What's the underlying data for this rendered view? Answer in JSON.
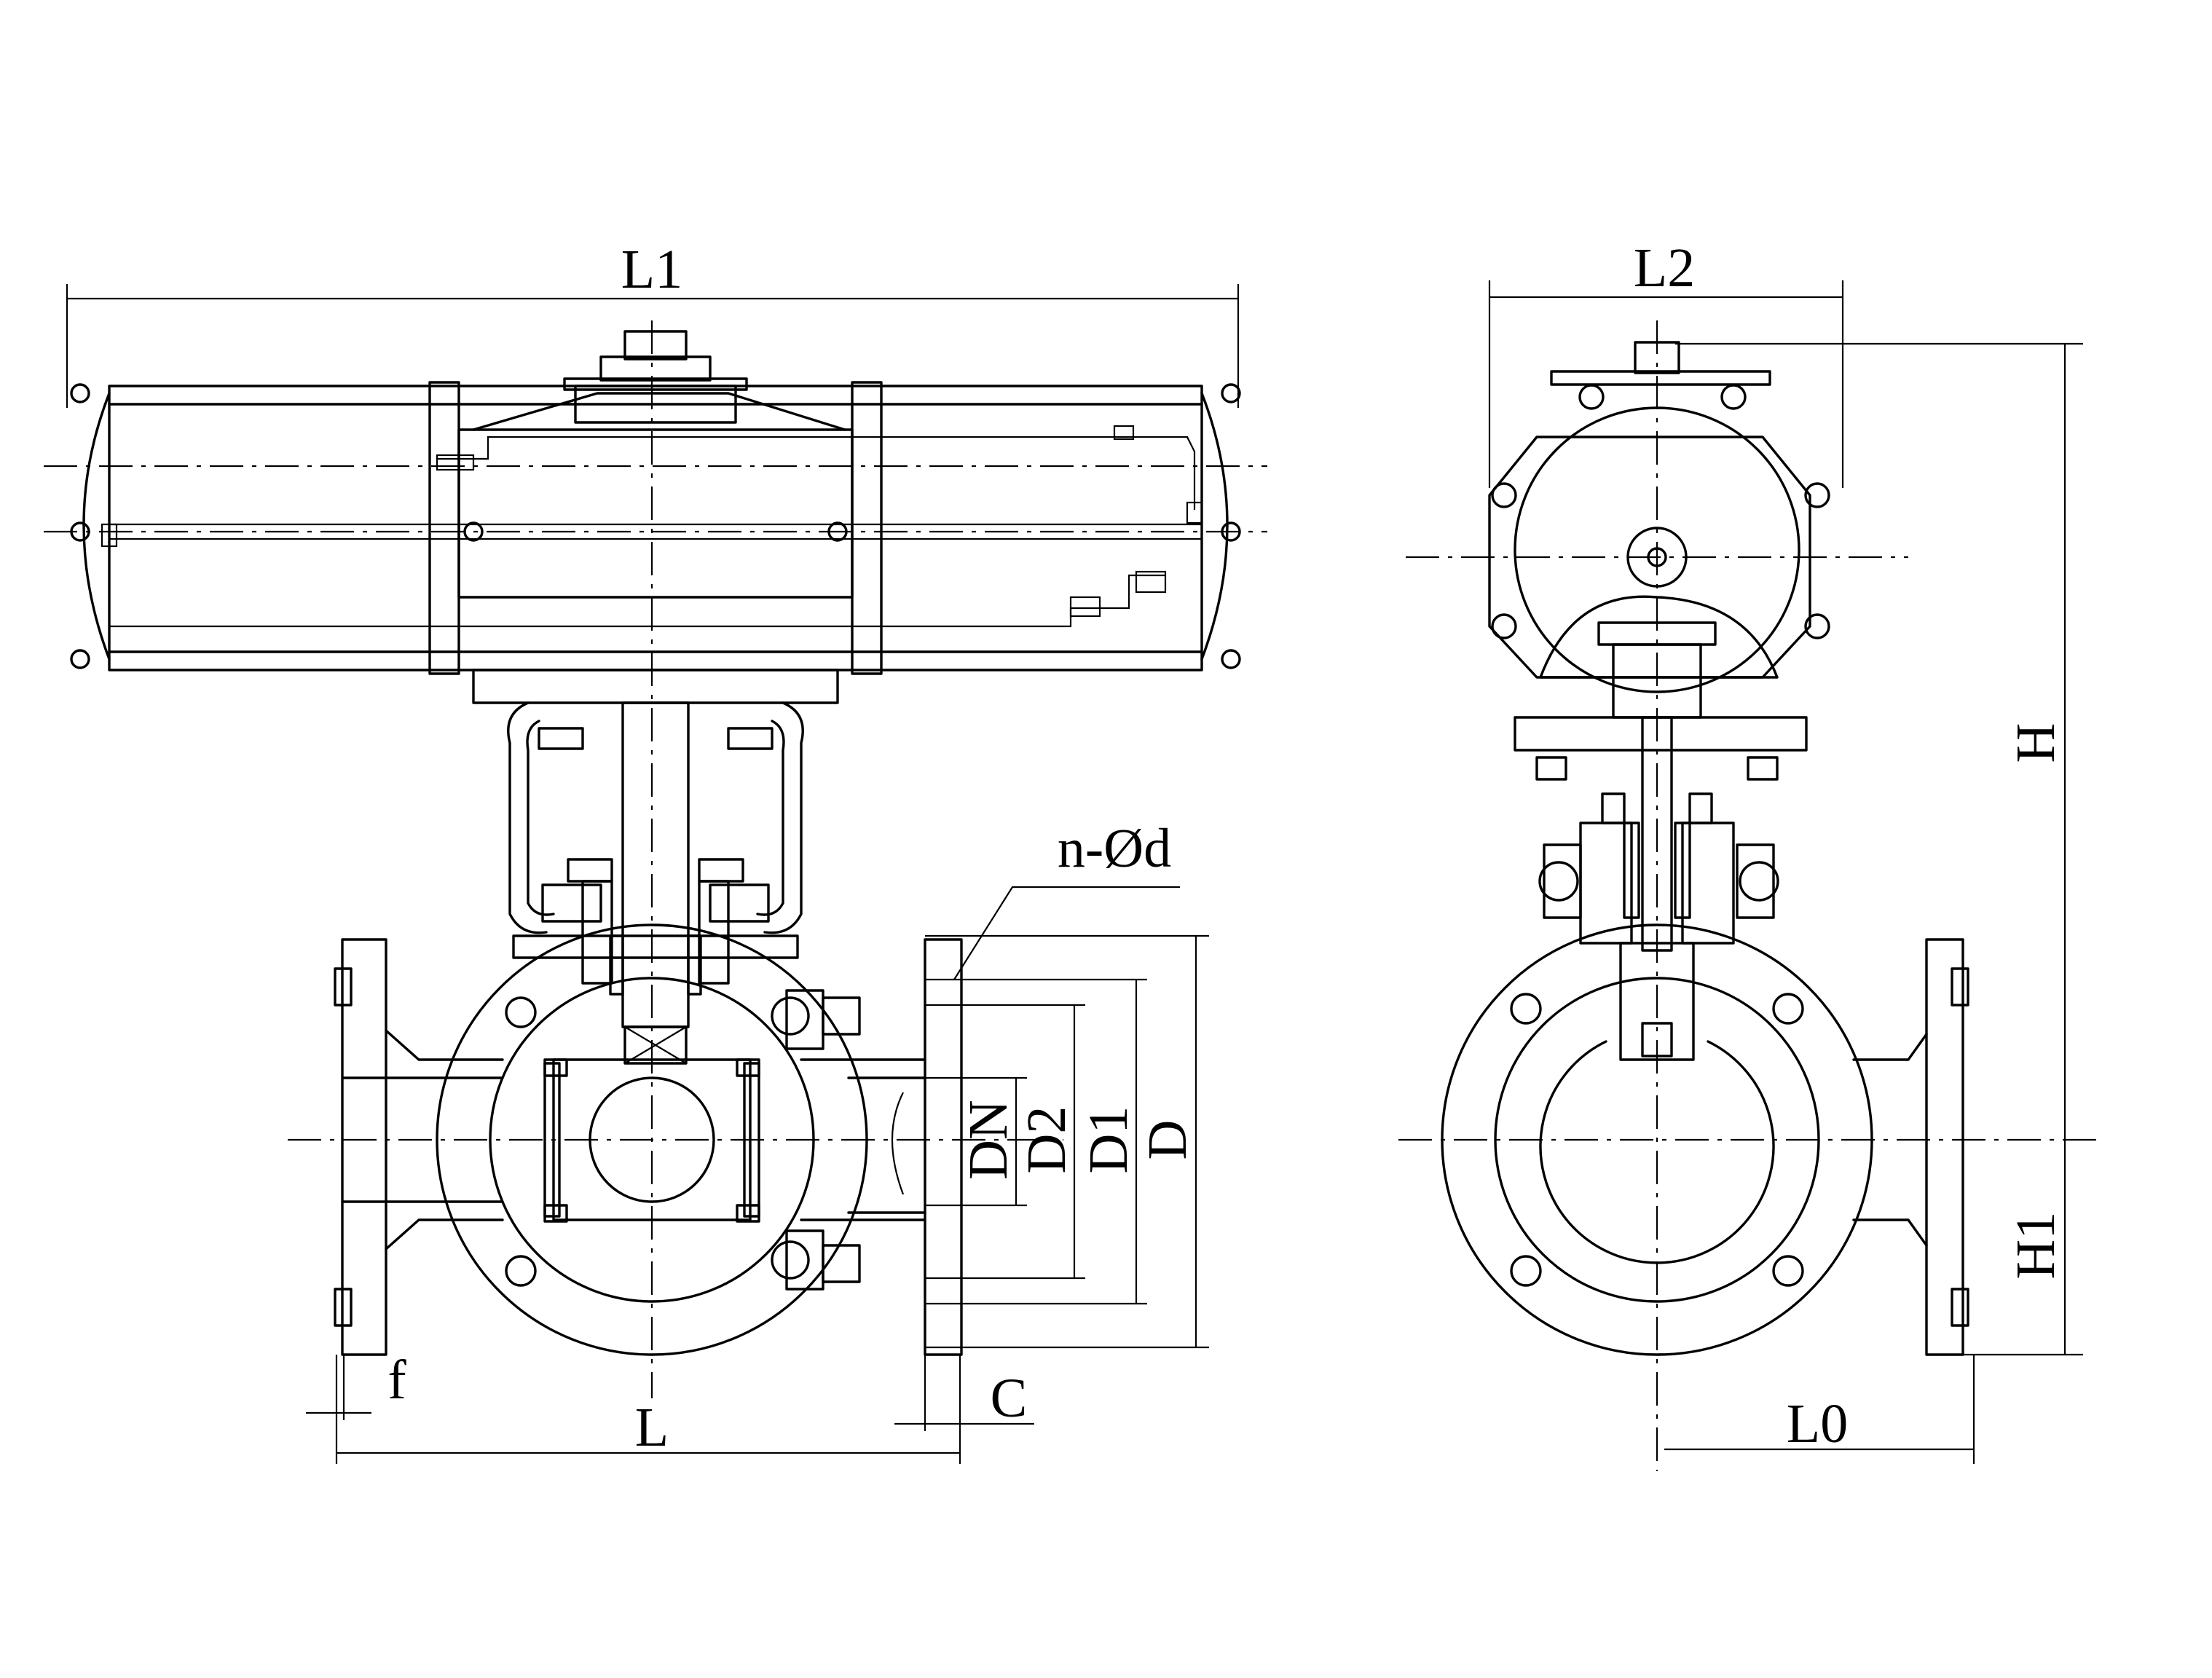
{
  "labels": {
    "L1": "L1",
    "L2": "L2",
    "L": "L",
    "L0": "L0",
    "H": "H",
    "H1": "H1",
    "DN": "DN",
    "D2": "D2",
    "D1": "D1",
    "D": "D",
    "f": "f",
    "C": "C",
    "nd": "n-Ød"
  },
  "colors": {
    "line": "#000000",
    "background": "#ffffff"
  }
}
